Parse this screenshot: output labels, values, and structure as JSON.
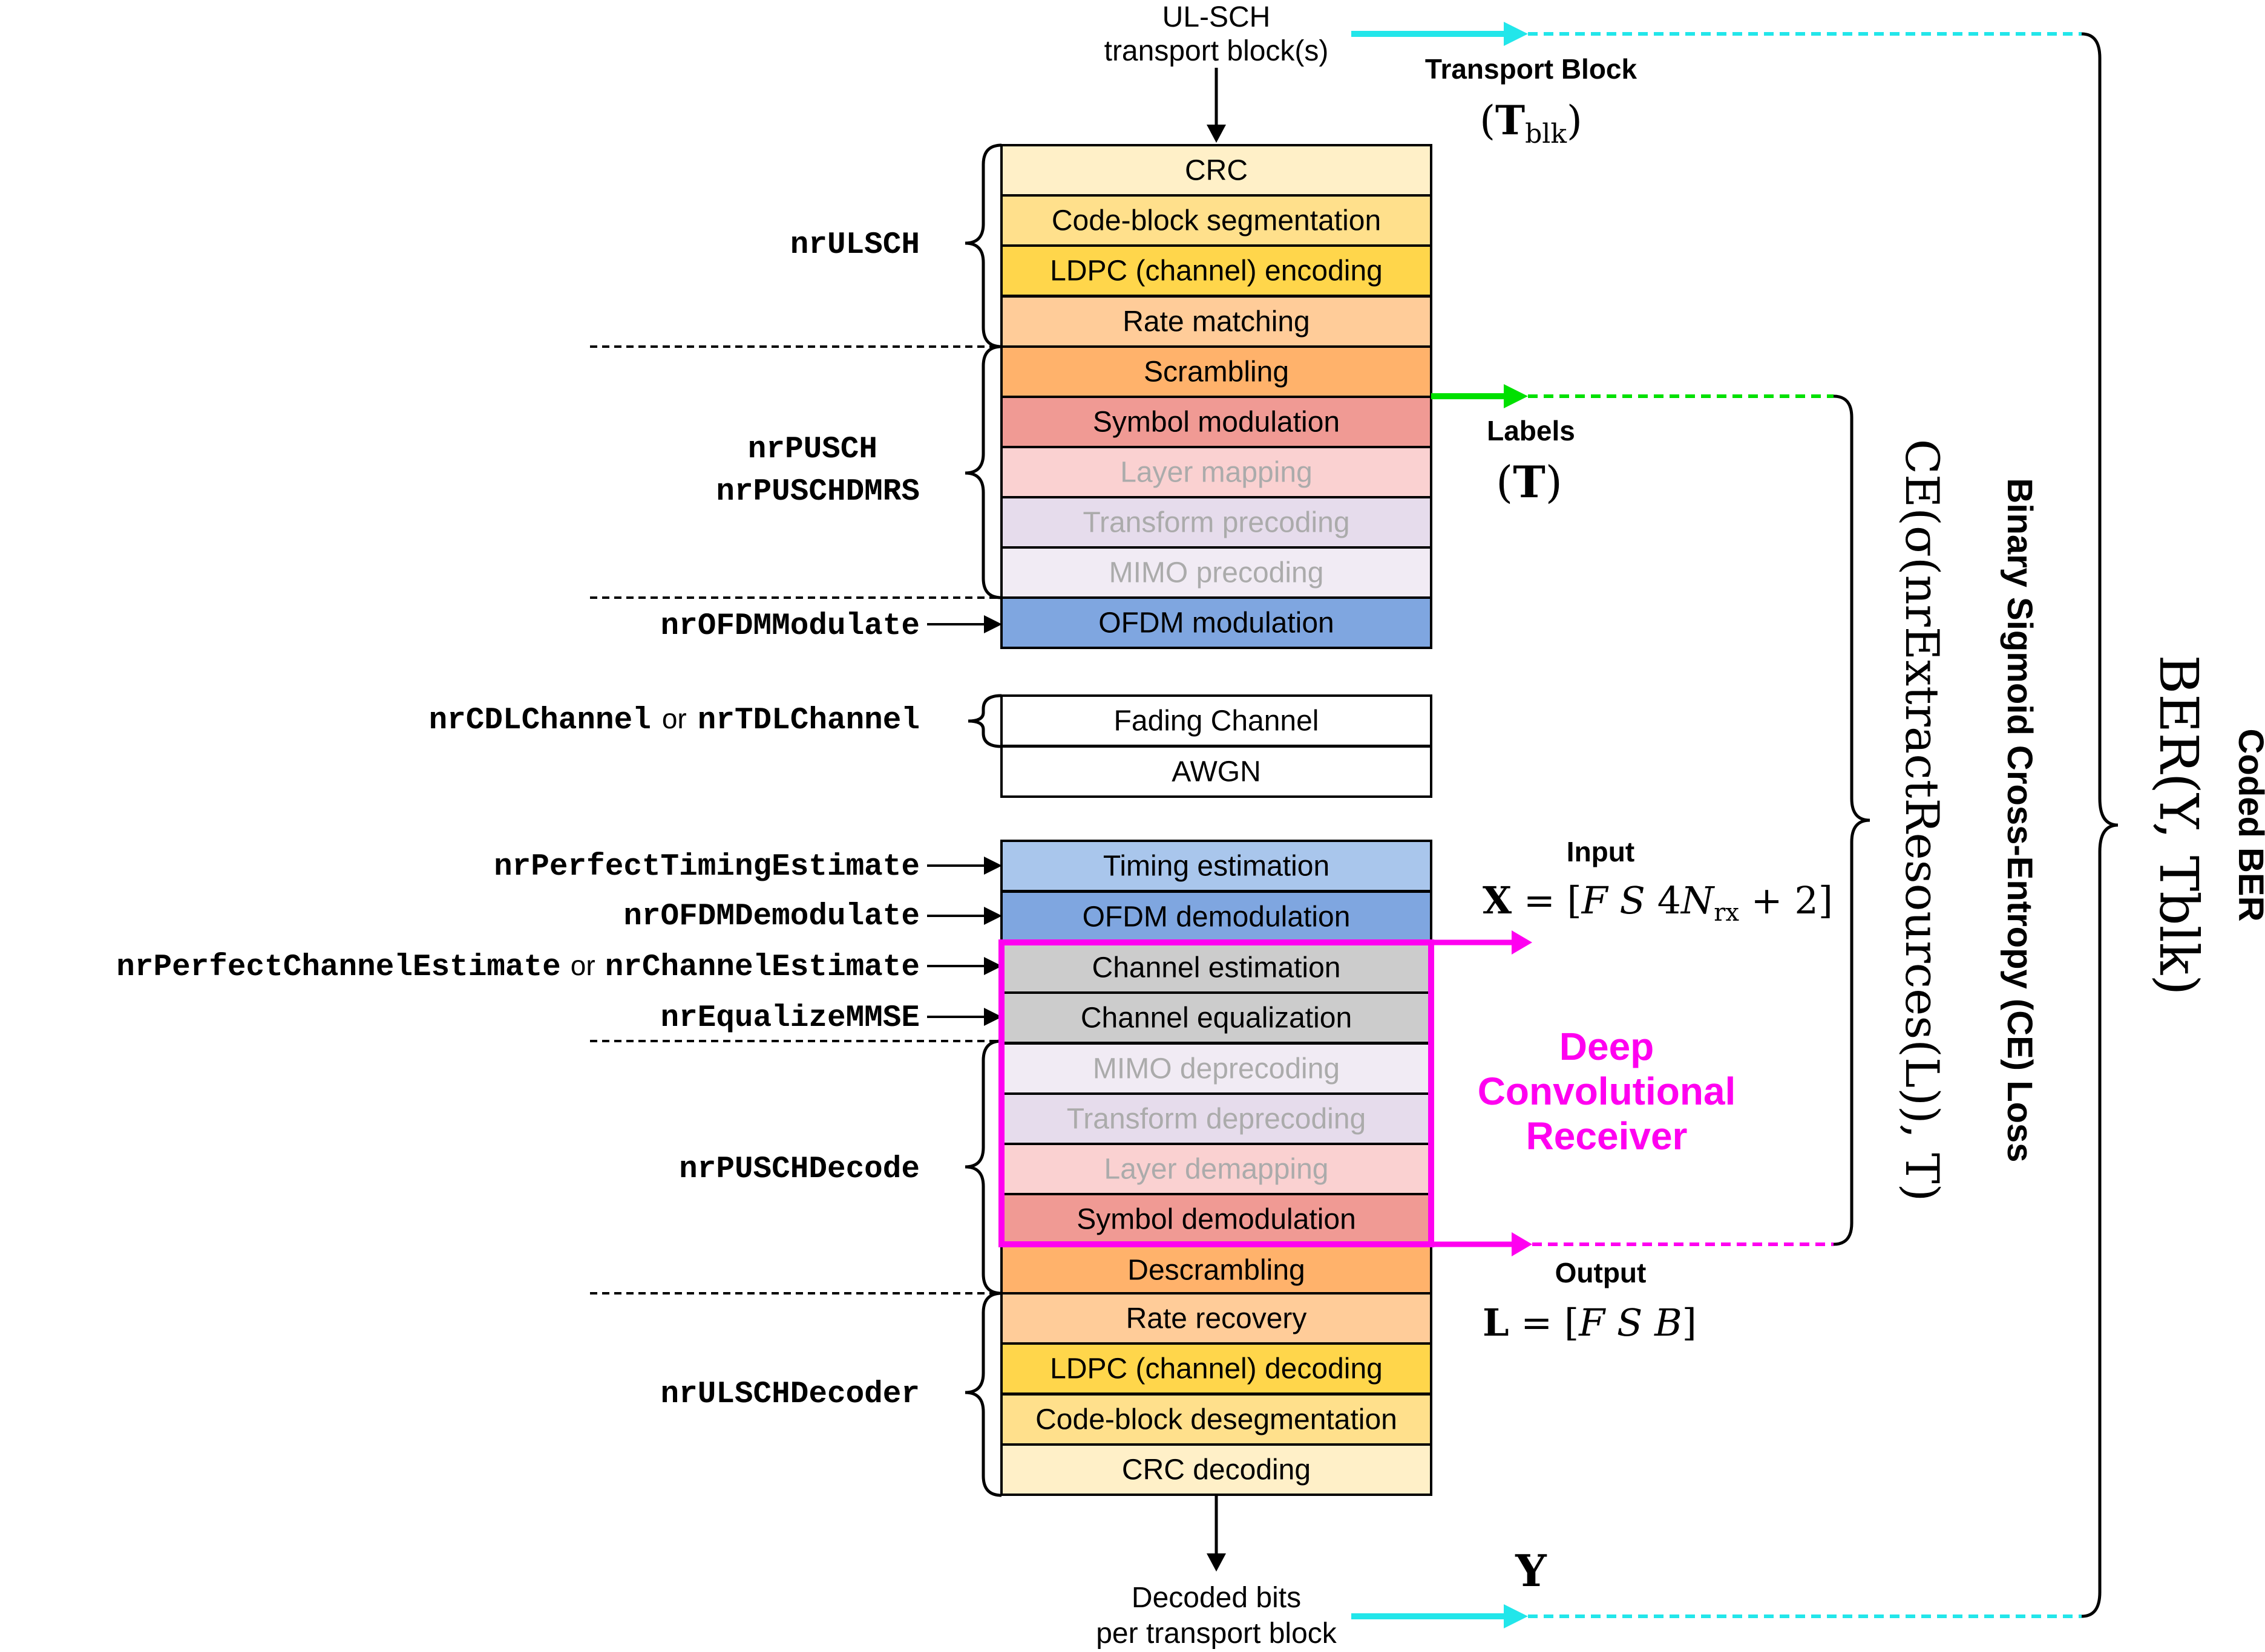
{
  "top_input": {
    "line1": "UL-SCH",
    "line2": "transport block(s)"
  },
  "bottom_output": {
    "line1": "Decoded bits",
    "line2": "per transport block"
  },
  "blocks": [
    {
      "id": "crc",
      "label": "CRC",
      "fill": "#FFF0C8",
      "text": "#000000"
    },
    {
      "id": "code-block-segmentation",
      "label": "Code-block segmentation",
      "fill": "#FFE08C",
      "text": "#000000"
    },
    {
      "id": "ldpc-encoding",
      "label": "LDPC (channel) encoding",
      "fill": "#FFD64B",
      "text": "#000000"
    },
    {
      "id": "rate-matching",
      "label": "Rate matching",
      "fill": "#FFCC99",
      "text": "#000000"
    },
    {
      "id": "scrambling",
      "label": "Scrambling",
      "fill": "#FFB26B",
      "text": "#000000"
    },
    {
      "id": "symbol-modulation",
      "label": "Symbol modulation",
      "fill": "#F09A94",
      "text": "#000000"
    },
    {
      "id": "layer-mapping",
      "label": "Layer mapping",
      "fill": "#FAD1D1",
      "text": "#ABABAB"
    },
    {
      "id": "transform-precoding",
      "label": "Transform precoding",
      "fill": "#E6DCEC",
      "text": "#ABABAB"
    },
    {
      "id": "mimo-precoding",
      "label": "MIMO precoding",
      "fill": "#F1EBF4",
      "text": "#ABABAB"
    },
    {
      "id": "ofdm-modulation",
      "label": "OFDM modulation",
      "fill": "#7FA6E0",
      "text": "#000000"
    },
    {
      "id": "fading-channel",
      "label": "Fading Channel",
      "fill": "#FFFFFF",
      "text": "#000000"
    },
    {
      "id": "awgn",
      "label": "AWGN",
      "fill": "#FFFFFF",
      "text": "#000000"
    },
    {
      "id": "timing-estimation",
      "label": "Timing estimation",
      "fill": "#A9C6EC",
      "text": "#000000"
    },
    {
      "id": "ofdm-demodulation",
      "label": "OFDM demodulation",
      "fill": "#7FA6E0",
      "text": "#000000"
    },
    {
      "id": "channel-estimation",
      "label": "Channel estimation",
      "fill": "#CCCCCC",
      "text": "#000000"
    },
    {
      "id": "channel-equalization",
      "label": "Channel equalization",
      "fill": "#CCCCCC",
      "text": "#000000"
    },
    {
      "id": "mimo-deprecoding",
      "label": "MIMO deprecoding",
      "fill": "#F1EBF4",
      "text": "#ABABAB"
    },
    {
      "id": "transform-deprecoding",
      "label": "Transform deprecoding",
      "fill": "#E6DCEC",
      "text": "#ABABAB"
    },
    {
      "id": "layer-demapping",
      "label": "Layer demapping",
      "fill": "#FAD1D1",
      "text": "#ABABAB"
    },
    {
      "id": "symbol-demodulation",
      "label": "Symbol demodulation",
      "fill": "#F09A94",
      "text": "#000000"
    },
    {
      "id": "descrambling",
      "label": "Descrambling",
      "fill": "#FFB26B",
      "text": "#000000"
    },
    {
      "id": "rate-recovery",
      "label": "Rate recovery",
      "fill": "#FFCC99",
      "text": "#000000"
    },
    {
      "id": "ldpc-decoding",
      "label": "LDPC (channel) decoding",
      "fill": "#FFD64B",
      "text": "#000000"
    },
    {
      "id": "code-block-desegmentation",
      "label": "Code-block desegmentation",
      "fill": "#FFE08C",
      "text": "#000000"
    },
    {
      "id": "crc-decoding",
      "label": "CRC decoding",
      "fill": "#FFF0C8",
      "text": "#000000"
    }
  ],
  "functions": {
    "nrULSCH": "nrULSCH",
    "nrPUSCH": "nrPUSCH",
    "nrPUSCHDMRS": "nrPUSCHDMRS",
    "nrOFDMModulate": "nrOFDMModulate",
    "nrCDLChannel": "nrCDLChannel",
    "or": "or",
    "nrTDLChannel": "nrTDLChannel",
    "nrPerfectTimingEstimate": "nrPerfectTimingEstimate",
    "nrOFDMDemodulate": "nrOFDMDemodulate",
    "nrPerfectChannelEstimate": "nrPerfectChannelEstimate",
    "nrChannelEstimate": "nrChannelEstimate",
    "nrEqualizeMMSE": "nrEqualizeMMSE",
    "nrPUSCHDecode": "nrPUSCHDecode",
    "nrULSCHDecoder": "nrULSCHDecoder"
  },
  "right": {
    "transport_block": "Transport Block",
    "tblk_symbol": "(Tblk)",
    "labels": "Labels",
    "t_symbol": "(T)",
    "input": "Input",
    "x_eq": "X = [F S 4Nrx + 2]",
    "output": "Output",
    "l_eq": "L = [F S B]",
    "y_symbol": "Y",
    "dcr_line1": "Deep",
    "dcr_line2": "Convolutional",
    "dcr_line3": "Receiver",
    "loss_title": "Binary Sigmoid Cross-Entropy (CE) Loss",
    "loss_expr": "CE(σ(nrExtractResources(L)), T)",
    "ber_title": "Coded BER",
    "ber_expr": "BER(Y, Tblk)"
  },
  "colors": {
    "cyan": "#22E6EA",
    "green": "#00E000",
    "magenta": "#FF00F0"
  }
}
